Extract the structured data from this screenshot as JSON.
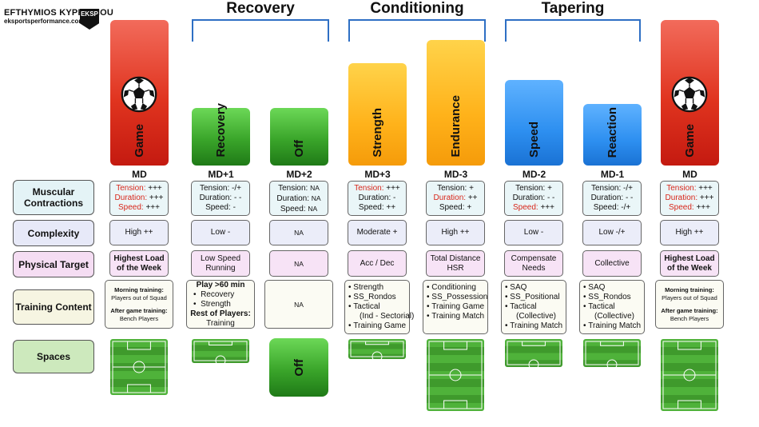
{
  "brand": {
    "name": "EFTHYMIOS KYPRIANOU",
    "site": "eksportsperformance.com",
    "logo_text": "EKSP"
  },
  "phases": [
    {
      "title": "Recovery"
    },
    {
      "title": "Conditioning"
    },
    {
      "title": "Tapering"
    }
  ],
  "row_labels": {
    "muscular": "Muscular Contractions",
    "complexity": "Complexity",
    "physical": "Physical Target",
    "training": "Training Content",
    "spaces": "Spaces"
  },
  "days": [
    {
      "bar": "Game",
      "md": "MD",
      "color": "red",
      "muscular": [
        {
          "k": "Tension",
          "v": "+++",
          "hl": true
        },
        {
          "k": "Duration",
          "v": "+++",
          "hl": true
        },
        {
          "k": "Speed",
          "v": "+++",
          "hl": true
        }
      ],
      "complexity": "High ++",
      "physical": "Highest Load of the Week",
      "training": {
        "morning_h": "Morning training:",
        "morning": "Players out of Squad",
        "after_h": "After game training:",
        "after": "Bench Players"
      }
    },
    {
      "bar": "Recovery",
      "md": "MD+1",
      "color": "green",
      "muscular": [
        {
          "k": "Tension",
          "v": "-/+"
        },
        {
          "k": "Duration",
          "v": "- -"
        },
        {
          "k": "Speed",
          "v": "-"
        }
      ],
      "complexity": "Low -",
      "physical": "Low Speed Running",
      "training": {
        "head": "Play >60 min",
        "items": [
          "Recovery",
          "Strength"
        ],
        "rest_h": "Rest of Players:",
        "rest": "Training"
      }
    },
    {
      "bar": "Off",
      "md": "MD+2",
      "color": "green",
      "muscular": [
        {
          "k": "Tension",
          "v": "NA"
        },
        {
          "k": "Duration",
          "v": "NA"
        },
        {
          "k": "Speed",
          "v": "NA"
        }
      ],
      "complexity": "NA",
      "physical": "NA",
      "training_text": "NA",
      "spaces_text": "Off"
    },
    {
      "bar": "Strength",
      "md": "MD+3",
      "color": "orange",
      "muscular": [
        {
          "k": "Tension",
          "v": "+++",
          "hl": true
        },
        {
          "k": "Duration",
          "v": "-"
        },
        {
          "k": "Speed",
          "v": "++"
        }
      ],
      "complexity": "Moderate +",
      "physical": "Acc / Dec",
      "training_list": [
        "Strength",
        "SS_Rondos",
        "Tactical",
        "(Ind - Sectorial)",
        "Training Game"
      ]
    },
    {
      "bar": "Endurance",
      "md": "MD-3",
      "color": "orange",
      "muscular": [
        {
          "k": "Tension",
          "v": "+"
        },
        {
          "k": "Duration",
          "v": "++",
          "hl": true
        },
        {
          "k": "Speed",
          "v": "+"
        }
      ],
      "complexity": "High ++",
      "physical": "Total Distance HSR",
      "training_list": [
        "Conditioning",
        "SS_Possession",
        "Training Game",
        "Training Match"
      ]
    },
    {
      "bar": "Speed",
      "md": "MD-2",
      "color": "blue",
      "muscular": [
        {
          "k": "Tension",
          "v": "+"
        },
        {
          "k": "Duration",
          "v": "- -"
        },
        {
          "k": "Speed",
          "v": "+++",
          "hl": true
        }
      ],
      "complexity": "Low -",
      "physical": "Compensate Needs",
      "training_list": [
        "SAQ",
        "SS_Positional",
        "Tactical",
        "(Collective)",
        "Training Match"
      ]
    },
    {
      "bar": "Reaction",
      "md": "MD-1",
      "color": "blue",
      "muscular": [
        {
          "k": "Tension",
          "v": "-/+"
        },
        {
          "k": "Duration",
          "v": "- -"
        },
        {
          "k": "Speed",
          "v": "-/+"
        }
      ],
      "complexity": "Low -/+",
      "physical": "Collective",
      "training_list": [
        "SAQ",
        "SS_Rondos",
        "Tactical",
        "(Collective)",
        "Training Match"
      ]
    },
    {
      "bar": "Game",
      "md": "MD",
      "color": "red",
      "muscular": [
        {
          "k": "Tension",
          "v": "+++",
          "hl": true
        },
        {
          "k": "Duration",
          "v": "+++",
          "hl": true
        },
        {
          "k": "Speed",
          "v": "+++",
          "hl": true
        }
      ],
      "complexity": "High ++",
      "physical": "Highest Load of the Week",
      "training": {
        "morning_h": "Morning training:",
        "morning": "Players out of Squad",
        "after_h": "After game training:",
        "after": "Bench Players"
      }
    }
  ]
}
